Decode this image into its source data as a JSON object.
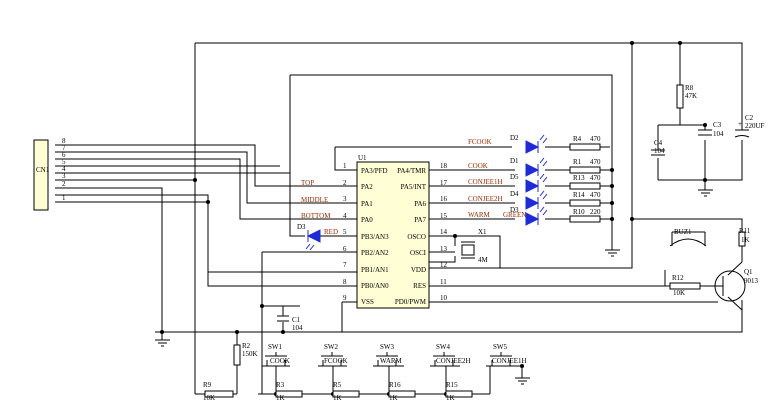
{
  "connector": {
    "ref": "CN1",
    "pins": [
      "8",
      "7",
      "6",
      "5",
      "4",
      "3",
      "2",
      "1"
    ]
  },
  "ic": {
    "ref": "U1",
    "left_pins": [
      {
        "num": "1",
        "name": "PA3/PFD"
      },
      {
        "num": "2",
        "name": "PA2"
      },
      {
        "num": "3",
        "name": "PA1"
      },
      {
        "num": "4",
        "name": "PA0"
      },
      {
        "num": "5",
        "name": "PB3/AN3"
      },
      {
        "num": "6",
        "name": "PB2/AN2"
      },
      {
        "num": "7",
        "name": "PB1/AN1"
      },
      {
        "num": "8",
        "name": "PB0/AN0"
      },
      {
        "num": "9",
        "name": "VSS"
      }
    ],
    "right_pins": [
      {
        "num": "18",
        "name": "PA4/TMR"
      },
      {
        "num": "17",
        "name": "PA5/INT"
      },
      {
        "num": "16",
        "name": "PA6"
      },
      {
        "num": "15",
        "name": "PA7"
      },
      {
        "num": "14",
        "name": "OSCO"
      },
      {
        "num": "13",
        "name": "OSCI"
      },
      {
        "num": "12",
        "name": "VDD"
      },
      {
        "num": "11",
        "name": "RES"
      },
      {
        "num": "10",
        "name": "PD0/PWM"
      }
    ]
  },
  "net_labels": {
    "top": "TOP",
    "middle": "MIDDLE",
    "bottom": "BOTTOM",
    "red": "RED"
  },
  "leds": [
    {
      "ref": "D2",
      "label": "FCOOK",
      "label_color": "#9a2a00",
      "resistor": "R4",
      "value": "470"
    },
    {
      "ref": "D1",
      "label": "COOK",
      "label_color": "#9a2a00",
      "resistor": "R1",
      "value": "470"
    },
    {
      "ref": "D5",
      "label": "CONJEE1H",
      "label_color": "#9a2a00",
      "resistor": "R13",
      "value": "470"
    },
    {
      "ref": "D4",
      "label": "CONJEE2H",
      "label_color": "#9a2a00",
      "resistor": "R14",
      "value": "470"
    },
    {
      "ref": "D3",
      "label": "WARM",
      "label_color": "#9a2a00",
      "resistor": "R10",
      "value": "220"
    }
  ],
  "green_label": "GREEN",
  "red_led_ref": "D3",
  "crystal": {
    "ref": "X1",
    "value": "4M"
  },
  "caps": [
    {
      "ref": "C1",
      "value": "104"
    },
    {
      "ref": "C3",
      "value": "104"
    },
    {
      "ref": "C4",
      "value": "104"
    },
    {
      "ref": "C2",
      "value": "220UF"
    }
  ],
  "r8": {
    "ref": "R8",
    "value": "47K"
  },
  "r2": {
    "ref": "R2",
    "value": "150K"
  },
  "r9": {
    "ref": "R9",
    "value": "10K"
  },
  "r11": {
    "ref": "R11",
    "value": "1K"
  },
  "r12": {
    "ref": "R12",
    "value": "10K"
  },
  "buzzer": {
    "ref": "BUZ1"
  },
  "transistor": {
    "ref": "Q1",
    "value": "9013"
  },
  "switches": [
    {
      "ref": "SW1",
      "label": "COOK",
      "resistor": "R3",
      "value": "1K"
    },
    {
      "ref": "SW2",
      "label": "FCOOK",
      "resistor": "R5",
      "value": "1K"
    },
    {
      "ref": "SW3",
      "label": "WARM",
      "resistor": "R16",
      "value": "1K"
    },
    {
      "ref": "SW4",
      "label": "CONJEE2H",
      "resistor": "R15",
      "value": "1K"
    },
    {
      "ref": "SW5",
      "label": "CONJEE1H",
      "resistor": "",
      "value": ""
    }
  ],
  "colors": {
    "led": "#1f2bd6",
    "chip_fill": "#fffed5",
    "net_label": "#9a2a00",
    "wire": "#000000"
  }
}
